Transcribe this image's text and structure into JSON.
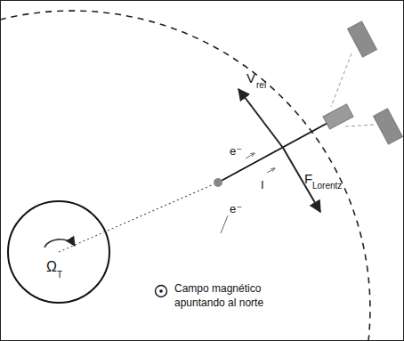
{
  "diagram": {
    "labels": [
      "V",
      "rel",
      "e⁻",
      "e⁻",
      "I",
      "F",
      "Lorentz",
      "Ω",
      "T"
    ],
    "legend": [
      {
        "text": "Campo magnético apuntando al norte"
      }
    ]
  }
}
